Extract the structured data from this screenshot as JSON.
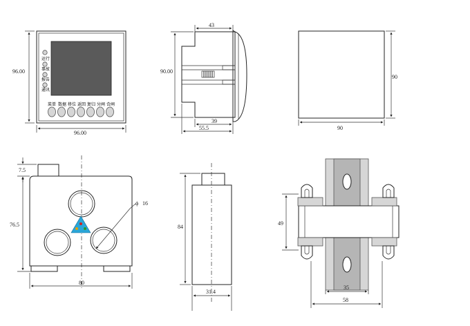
{
  "views": {
    "front": {
      "height_dim": "96.00",
      "width_dim": "96.00",
      "side_labels": [
        "运行",
        "事故",
        "报告",
        "通讯"
      ],
      "button_labels": [
        "菜单",
        "数据",
        "移位",
        "返回",
        "复归",
        "分闸",
        "合闸"
      ]
    },
    "side": {
      "top_dim": "43",
      "height_dim": "90.00",
      "depth_dim": "39",
      "overall_dim": "55.5"
    },
    "back": {
      "width_dim": "90",
      "height_dim": "90"
    },
    "ct_front": {
      "top_dim": "7.5",
      "height_dim": "76.5",
      "width_dim": "80",
      "hole_dim": "16",
      "phi_symbol": "ϕ"
    },
    "ct_side": {
      "height_dim": "84",
      "width_dim": "31.4"
    },
    "ct_top": {
      "height_dim": "49",
      "inner_dim": "35",
      "outer_dim": "58"
    }
  },
  "colors": {
    "screen": "#5a5a5a",
    "triangle": "#2aa6d8",
    "triangle_dots": [
      "#e8a000",
      "#d02020",
      "#2a9a2a"
    ]
  }
}
